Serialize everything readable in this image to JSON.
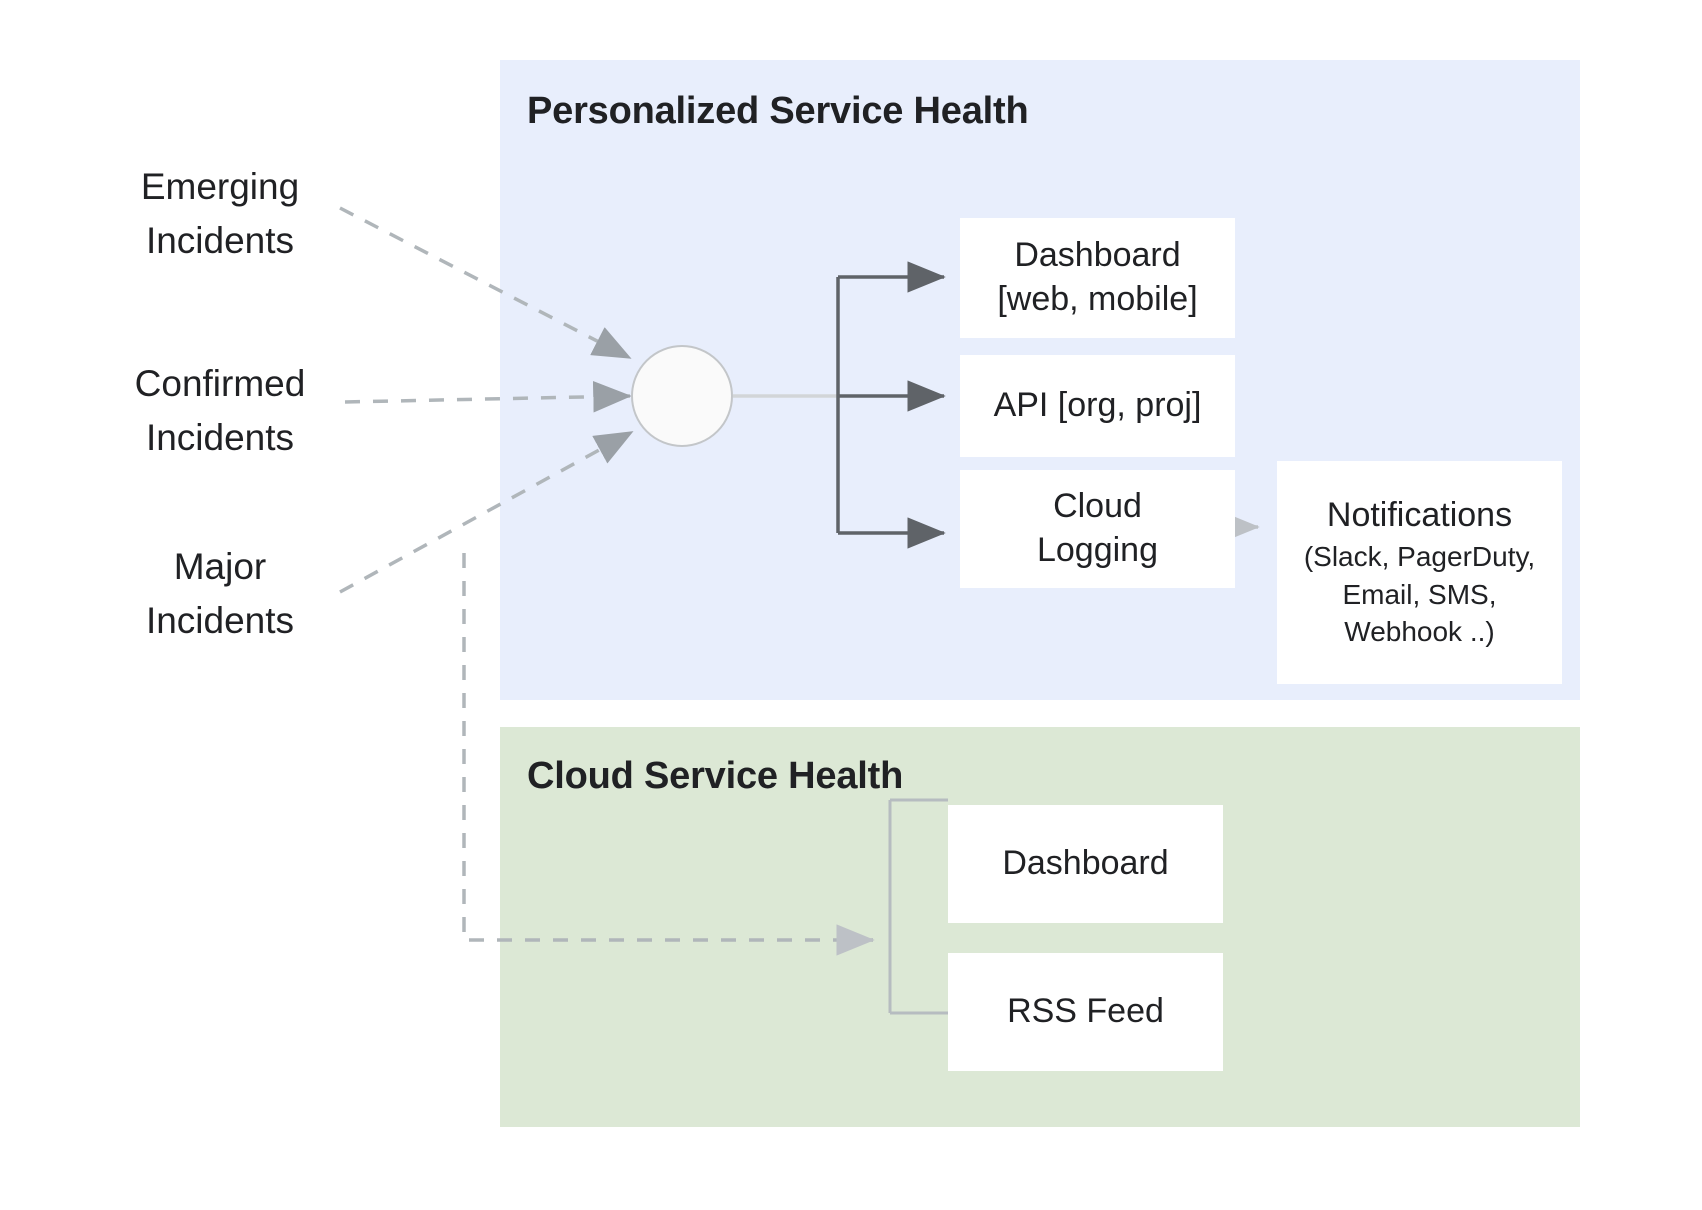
{
  "diagram": {
    "title_hidden": "Google Cloud Personalized Service Health architecture",
    "colors": {
      "panel_blue": "#e8eefc",
      "panel_green": "#dce8d5",
      "box_white": "#ffffff",
      "text_dark": "#202124",
      "arrow_dark": "#5f6368",
      "arrow_light": "#bdc1c6",
      "circle_fill": "#fafafa",
      "circle_stroke": "#c3c6c9",
      "dashed_line": "#b0b6ba",
      "bracket_dark": "#5f6368",
      "bracket_light": "#b6bcc0"
    }
  },
  "inputs": [
    {
      "id": "emerging",
      "label": "Emerging\nIncidents"
    },
    {
      "id": "confirmed",
      "label": "Confirmed\nIncidents"
    },
    {
      "id": "major",
      "label": "Major\nIncidents"
    }
  ],
  "panels": [
    {
      "id": "personalized-service-health",
      "title": "Personalized Service Health",
      "accent": "#e8eefc"
    },
    {
      "id": "cloud-service-health",
      "title": "Cloud Service Health",
      "accent": "#dce8d5"
    }
  ],
  "psh_outputs": [
    {
      "id": "dashboard",
      "line1": "Dashboard",
      "line2": "[web, mobile]"
    },
    {
      "id": "api",
      "line1": "API [org, proj]",
      "line2": ""
    },
    {
      "id": "cloud-logging",
      "line1": "Cloud",
      "line2": "Logging"
    }
  ],
  "notifications": {
    "title": "Notifications",
    "detail_line1": "(Slack, PagerDuty,",
    "detail_line2": "Email, SMS,",
    "detail_line3": "Webhook ..)"
  },
  "csh_outputs": [
    {
      "id": "csh-dashboard",
      "label": "Dashboard"
    },
    {
      "id": "csh-rss",
      "label": "RSS Feed"
    }
  ],
  "hub": {
    "label": ""
  }
}
